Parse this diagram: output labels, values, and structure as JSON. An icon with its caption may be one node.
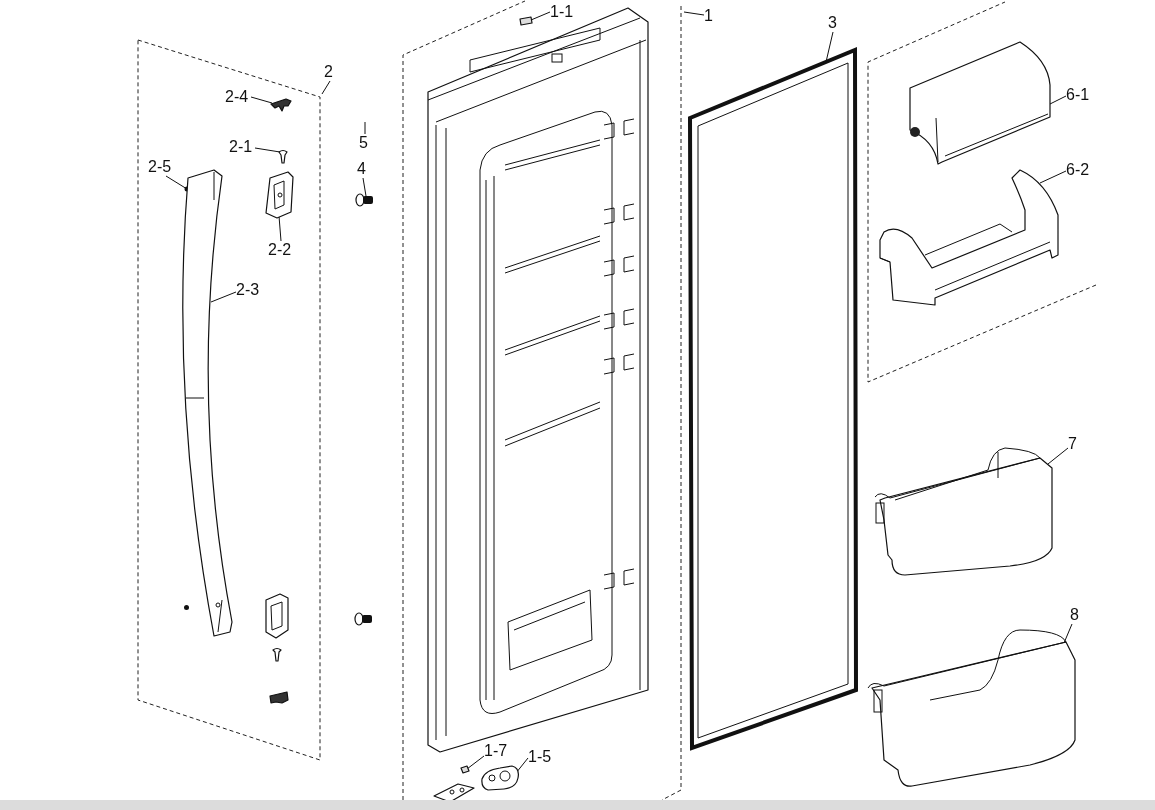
{
  "diagram": {
    "nodes": [
      {
        "text": [],
        "shape": "box"
      },
      {
        "text": [
          "2-4"
        ],
        "in": 0
      },
      {
        "text": [],
        "shape": "picture",
        "in": 0
      },
      {
        "text": [
          "2-1"
        ],
        "in": 0
      },
      {
        "text": [],
        "shape": "picture",
        "in": 0
      },
      {
        "text": [
          "2-5"
        ],
        "in": 0
      },
      {
        "text": [],
        "shape": "circle",
        "in": 0
      },
      {
        "text": [
          "2-2"
        ],
        "in": 0
      },
      {
        "text": [],
        "shape": "picture",
        "in": 0
      },
      {
        "text": [
          "2-3"
        ],
        "in": 0
      },
      {
        "text": [],
        "shape": "picture",
        "in": 0
      },
      {
        "text": [
          "2"
        ]
      },
      {
        "text": [
          "5"
        ]
      },
      {
        "text": [
          "4"
        ]
      },
      {
        "text": [],
        "shape": "picture"
      },
      {
        "text": [],
        "shape": "box"
      },
      {
        "text": [
          "1-1"
        ],
        "in": 15
      },
      {
        "text": [],
        "shape": "box",
        "in": 15
      },
      {
        "text": [
          "1-7"
        ],
        "in": 15
      },
      {
        "text": [],
        "shape": "box",
        "in": 15
      },
      {
        "text": [
          "1-5"
        ],
        "in": 15
      },
      {
        "text": [],
        "shape": "picture",
        "in": 15
      },
      {
        "text": [
          "1"
        ]
      },
      {
        "text": [
          "3"
        ]
      },
      {
        "text": [],
        "shape": "picture"
      },
      {
        "text": [],
        "shape": "box"
      },
      {
        "text": [
          "6-1"
        ],
        "in": 25
      },
      {
        "text": [],
        "shape": "picture",
        "in": 25
      },
      {
        "text": [
          "6-2"
        ],
        "in": 25
      },
      {
        "text": [],
        "shape": "picture",
        "in": 25
      },
      {
        "text": [
          "7"
        ]
      },
      {
        "text": [],
        "shape": "picture"
      },
      {
        "text": [
          "8"
        ]
      },
      {
        "text": [],
        "shape": "picture"
      }
    ],
    "edges": [
      {
        "from": 1,
        "to": 2,
        "arrow": "none"
      },
      {
        "from": 3,
        "to": 4,
        "arrow": "none"
      },
      {
        "from": 5,
        "to": 6,
        "arrow": "none"
      },
      {
        "from": 7,
        "to": 8,
        "arrow": "none"
      },
      {
        "from": 9,
        "to": 10,
        "arrow": "none"
      },
      {
        "from": 11,
        "to": 0,
        "arrow": "none"
      },
      {
        "from": 12,
        "to": null,
        "arrow": "none"
      },
      {
        "from": 13,
        "to": 14,
        "arrow": "none"
      },
      {
        "from": 16,
        "to": 17,
        "arrow": "none"
      },
      {
        "from": 18,
        "to": 19,
        "arrow": "none"
      },
      {
        "from": 20,
        "to": 21,
        "arrow": "none"
      },
      {
        "from": 22,
        "to": 15,
        "arrow": "none"
      },
      {
        "from": 23,
        "to": 24,
        "arrow": "none"
      },
      {
        "from": 26,
        "to": 27,
        "arrow": "none"
      },
      {
        "from": 28,
        "to": 29,
        "arrow": "none"
      },
      {
        "from": 30,
        "to": 31,
        "arrow": "none"
      },
      {
        "from": 32,
        "to": 33,
        "arrow": "none"
      }
    ]
  }
}
